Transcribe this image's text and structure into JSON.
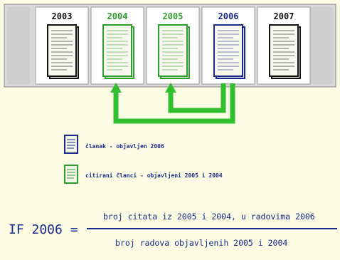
{
  "timeline": {
    "years": [
      {
        "label": "2003",
        "color": "#111111"
      },
      {
        "label": "2004",
        "color": "#2e9e2e"
      },
      {
        "label": "2005",
        "color": "#2e9e2e"
      },
      {
        "label": "2006",
        "color": "#1b2a8a"
      },
      {
        "label": "2007",
        "color": "#111111"
      }
    ]
  },
  "legend": {
    "article_text": "članak - objavljen 2006",
    "cited_text": "citirani članci - objavljeni 2005 i 2004",
    "article_color": "#1b2a8a",
    "cited_color": "#2e9e2e"
  },
  "formula": {
    "lhs": "IF 2006 =",
    "numerator": "broj citata iz 2005 i 2004, u radovima 2006",
    "denominator": "broj radova objavljenih 2005 i 2004"
  },
  "colors": {
    "arrow": "#2fbf2f",
    "strip_bg": "#d4d4d4",
    "background": "#fcfce4",
    "text": "#1b2a8a"
  }
}
